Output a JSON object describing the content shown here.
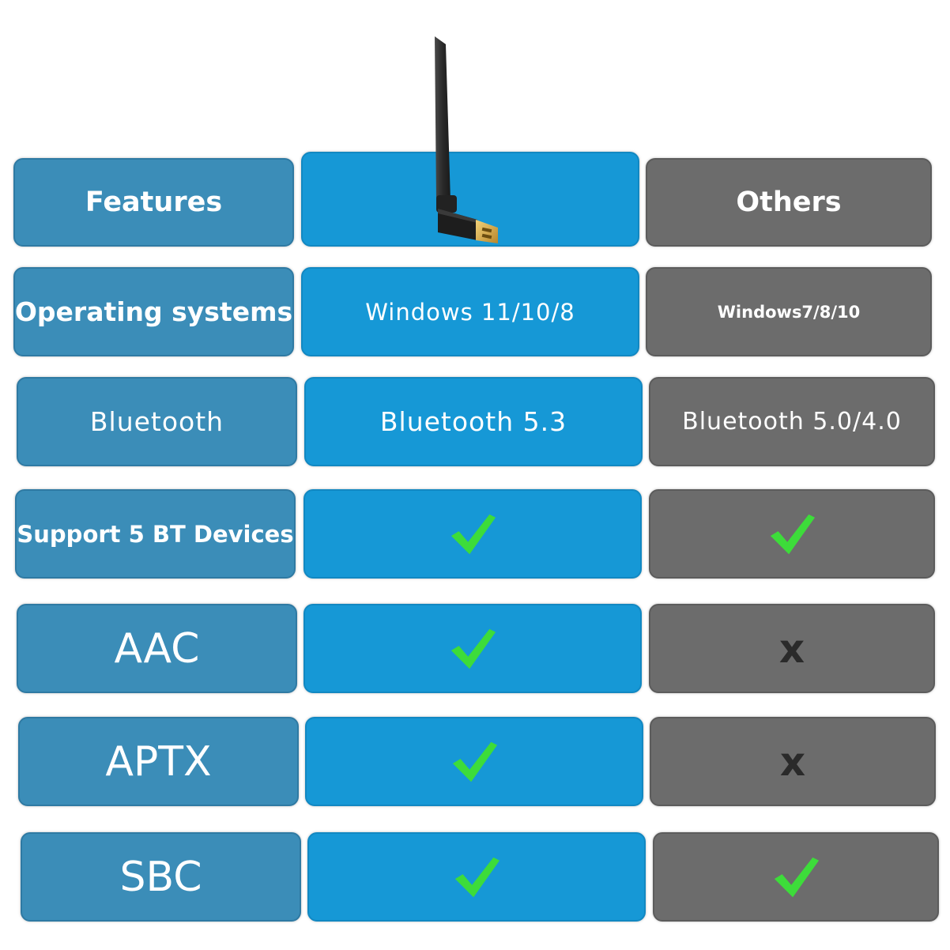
{
  "header": {
    "features_label": "Features",
    "others_label": "Others"
  },
  "rows": [
    {
      "feature": "Operating systems",
      "ours": "Windows 11/10/8",
      "others": "Windows7/8/10"
    },
    {
      "feature": "Bluetooth",
      "ours": "Bluetooth 5.3",
      "others": "Bluetooth 5.0/4.0"
    },
    {
      "feature": "Support 5 BT Devices",
      "ours": "check",
      "others": "check"
    },
    {
      "feature": "AAC",
      "ours": "check",
      "others": "x"
    },
    {
      "feature": "APTX",
      "ours": "check",
      "others": "x"
    },
    {
      "feature": "SBC",
      "ours": "check",
      "others": "check"
    }
  ],
  "icons": {
    "check": "check-icon",
    "cross": "x-icon",
    "product": "usb-bluetooth-adapter-image"
  },
  "colors": {
    "features_column": "#3b8db8",
    "product_column": "#1698d6",
    "others_column": "#6c6c6c",
    "check": "#3ddc3a"
  }
}
